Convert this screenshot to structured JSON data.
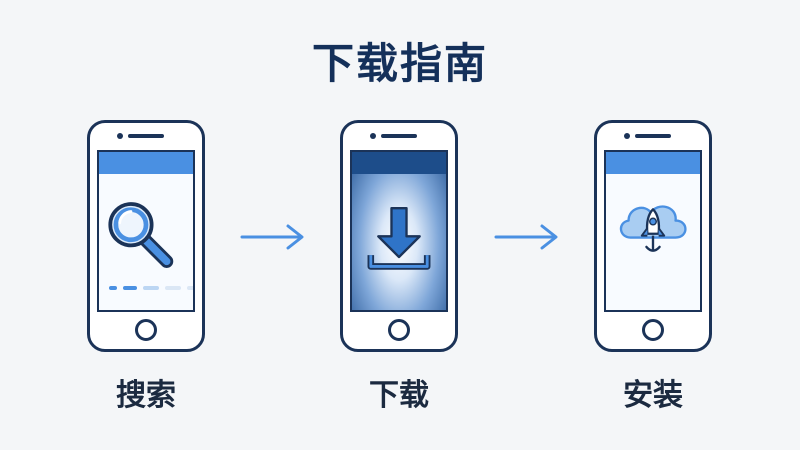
{
  "title": "下载指南",
  "steps": [
    {
      "label": "搜索",
      "icon": "magnifier-icon"
    },
    {
      "label": "下载",
      "icon": "download-icon"
    },
    {
      "label": "安装",
      "icon": "cloud-rocket-icon"
    }
  ],
  "colors": {
    "primary_blue": "#4a90e2",
    "dark_navy": "#1b3358",
    "title": "#14305a",
    "background": "#f4f6f8"
  }
}
